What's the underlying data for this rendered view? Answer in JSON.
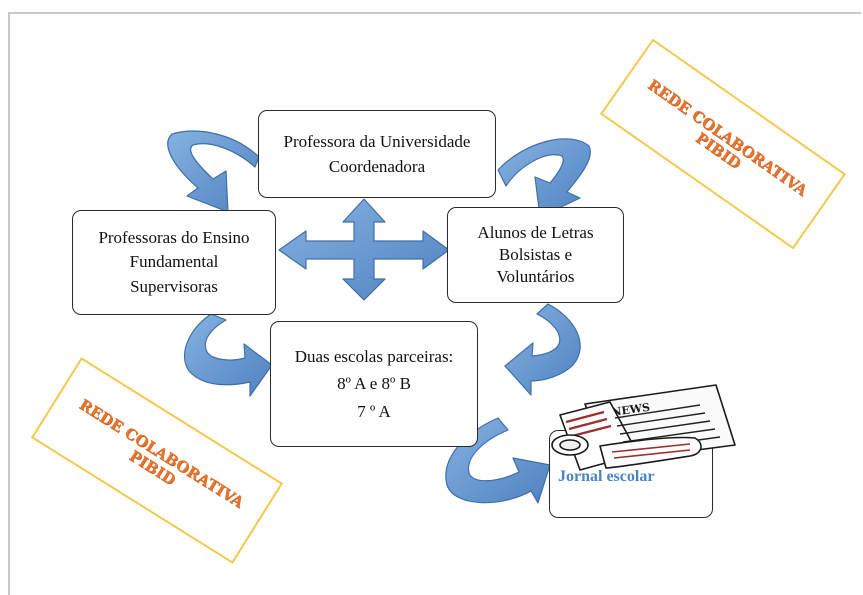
{
  "diagram": {
    "coordinator": {
      "line1": "Professora da Universidade",
      "line2": "Coordenadora"
    },
    "supervisors": {
      "line1": "Professoras do Ensino",
      "line2": "Fundamental",
      "line3": "Supervisoras"
    },
    "students": {
      "line1": "Alunos de Letras",
      "line2": "Bolsistas e",
      "line3": "Voluntários"
    },
    "schools": {
      "line1": "Duas escolas parceiras:",
      "line2": "8º A e 8º B",
      "line3": "7 º A"
    },
    "newspaper": {
      "label": "Jornal escolar",
      "masthead": "NEWS"
    },
    "stamps": [
      {
        "line1": "REDE COLABORATIVA",
        "line2": "PIBID"
      },
      {
        "line1": "REDE COLABORATIVA",
        "line2": "PIBID"
      }
    ]
  },
  "colors": {
    "arrow_fill": "#6a9ad4",
    "arrow_stroke": "#3f6fa8",
    "stamp_text": "#e8742c",
    "stamp_border": "#f2c94c",
    "journal_text": "#4a86c5"
  }
}
